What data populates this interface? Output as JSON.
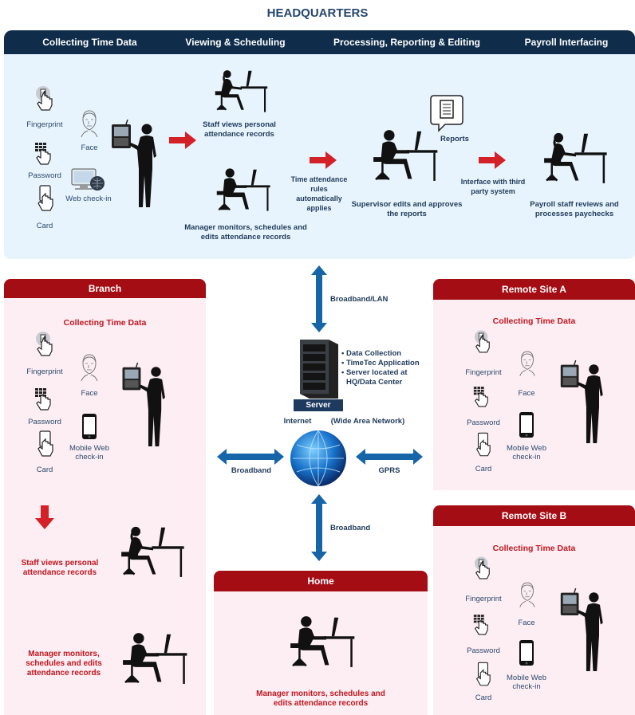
{
  "hq": {
    "title": "HEADQUARTERS",
    "columns": [
      "Collecting Time Data",
      "Viewing & Scheduling",
      "Processing, Reporting & Editing",
      "Payroll Interfacing"
    ],
    "methods": {
      "fingerprint": "Fingerprint",
      "face": "Face",
      "password": "Password",
      "web": "Web check-in",
      "card": "Card"
    },
    "staff_views": "Staff views personal attendance records",
    "manager": "Manager monitors, schedules and edits attendance records",
    "rules": "Time attendance rules automatically applies",
    "reports": "Reports",
    "supervisor": "Supervisor edits and approves the reports",
    "interface": "Interface with third party system",
    "payroll": "Payroll staff reviews and processes paychecks"
  },
  "server": {
    "label": "Server",
    "bullets": [
      "• Data Collection",
      "• TimeTec Application",
      "• Server located at",
      "HQ/Data Center"
    ],
    "internet": "Internet",
    "wan": "(Wide Area Network)",
    "broadband_lan": "Broadband/LAN",
    "broadband_left": "Broadband",
    "gprs": "GPRS",
    "broadband_bottom": "Broadband"
  },
  "branch": {
    "title": "Branch",
    "collecting": "Collecting Time Data",
    "methods": {
      "fingerprint": "Fingerprint",
      "face": "Face",
      "password": "Password",
      "mobile": "Mobile Web check-in",
      "card": "Card"
    },
    "staff_views": "Staff views personal attendance records",
    "manager": "Manager monitors, schedules and edits attendance records"
  },
  "home": {
    "title": "Home",
    "manager": "Manager monitors, schedules and edits attendance records"
  },
  "remote_a": {
    "title": "Remote Site A",
    "collecting": "Collecting Time Data",
    "methods": {
      "fingerprint": "Fingerprint",
      "face": "Face",
      "password": "Password",
      "mobile": "Mobile Web check-in",
      "card": "Card"
    }
  },
  "remote_b": {
    "title": "Remote Site B",
    "collecting": "Collecting Time Data",
    "methods": {
      "fingerprint": "Fingerprint",
      "face": "Face",
      "password": "Password",
      "mobile": "Mobile Web check-in",
      "card": "Card"
    }
  },
  "colors": {
    "navy": "#0f2d4a",
    "red": "#a50d14",
    "light_blue": "#e7f4fd",
    "pink": "#fdeef3",
    "arrow_blue": "#1565a8",
    "arrow_red": "#d42027"
  }
}
